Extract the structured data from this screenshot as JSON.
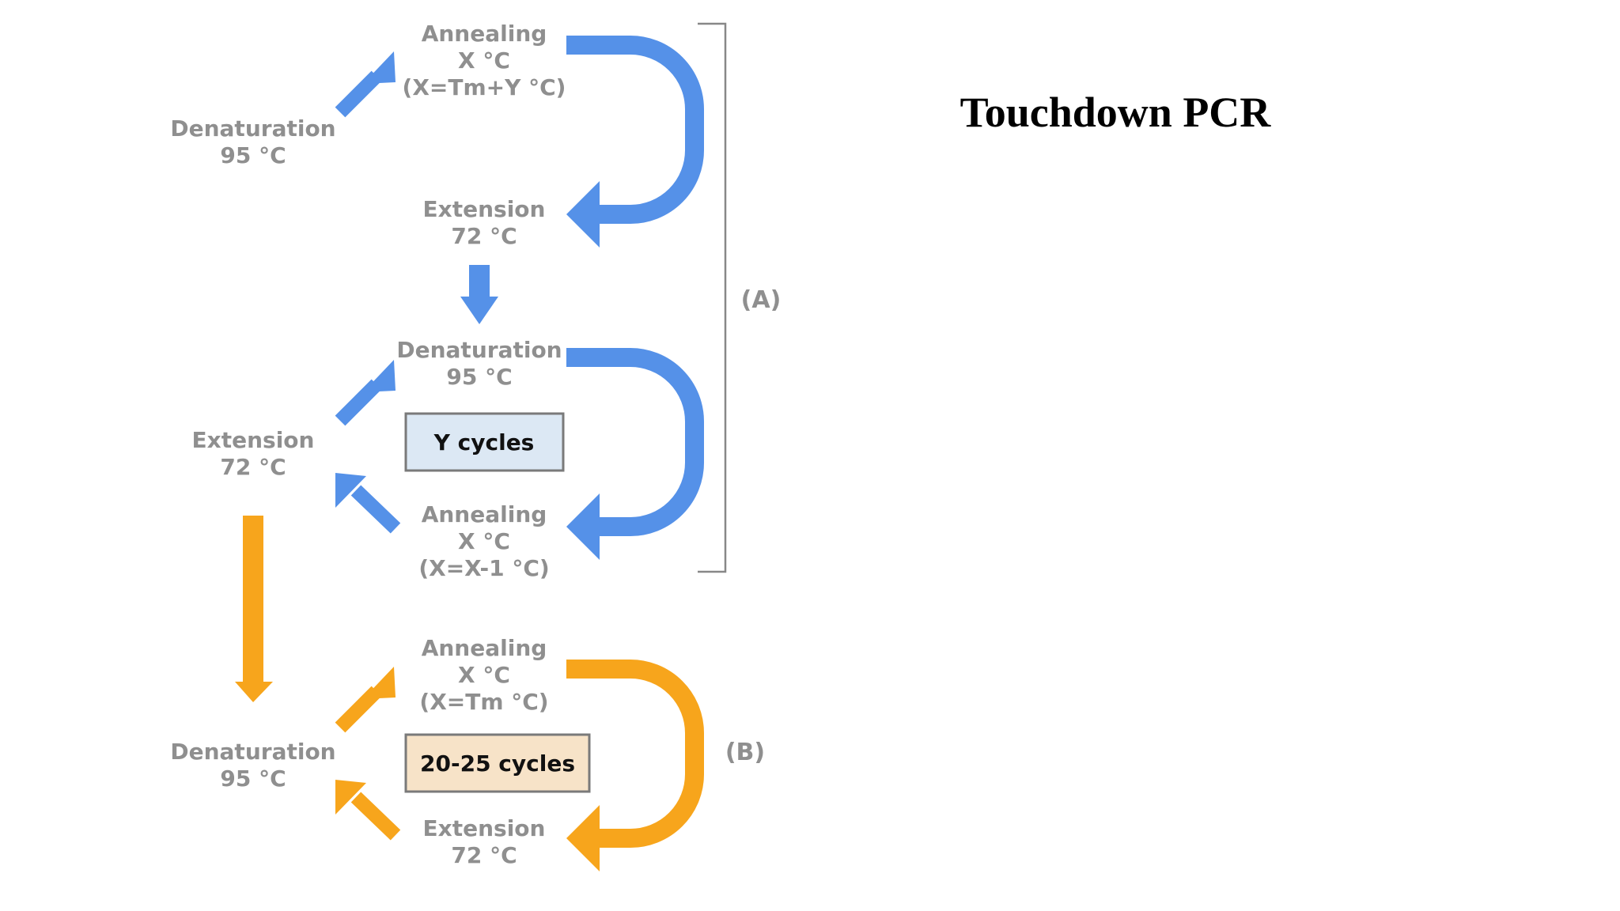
{
  "title": "Touchdown PCR",
  "colors": {
    "phase_a": "#5591e8",
    "phase_b": "#f7a51c",
    "label": "#8f8f8f",
    "box_a_fill": "#dce8f4",
    "box_b_fill": "#f7e3c8",
    "box_border": "#7a7a7a",
    "bracket": "#888888"
  },
  "phase_a": {
    "bracket_label": "(A)",
    "initial": {
      "denaturation": {
        "name": "Denaturation",
        "temp": "95 °C"
      },
      "annealing": {
        "name": "Annealing",
        "temp": "X °C",
        "formula": "(X=Tm+Y °C)"
      },
      "extension": {
        "name": "Extension",
        "temp": "72 °C"
      }
    },
    "cycle": {
      "denaturation": {
        "name": "Denaturation",
        "temp": "95 °C"
      },
      "extension": {
        "name": "Extension",
        "temp": "72 °C"
      },
      "annealing": {
        "name": "Annealing",
        "temp": "X °C",
        "formula": "(X=X-1 °C)"
      },
      "box_label": "Y cycles"
    }
  },
  "phase_b": {
    "bracket_label": "(B)",
    "annealing": {
      "name": "Annealing",
      "temp": "X °C",
      "formula": "(X=Tm °C)"
    },
    "denaturation": {
      "name": "Denaturation",
      "temp": "95 °C"
    },
    "extension": {
      "name": "Extension",
      "temp": "72 °C"
    },
    "box_label": "20-25 cycles"
  }
}
